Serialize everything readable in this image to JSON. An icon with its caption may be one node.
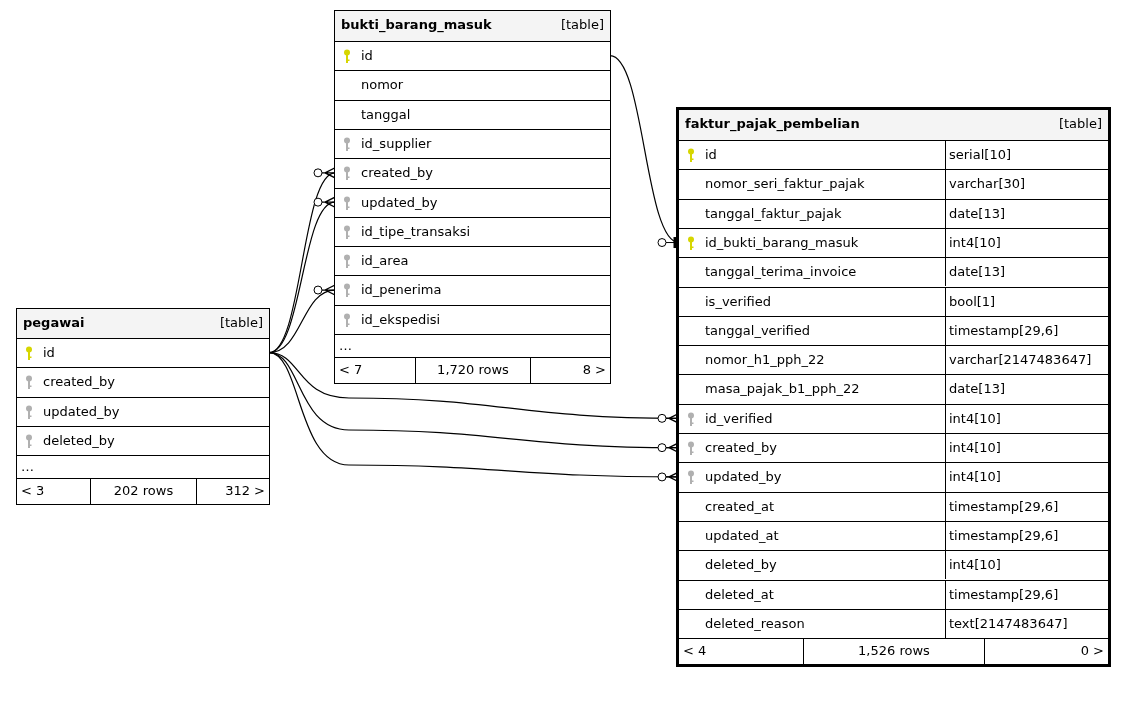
{
  "diagram": {
    "nodes": [
      {
        "text": [
          "bukti_barang_masuk",
          "[table]"
        ]
      },
      {
        "text": [
          "id"
        ],
        "in": 0
      },
      {
        "text": [
          "nomor"
        ],
        "in": 0
      },
      {
        "text": [
          "tanggal"
        ],
        "in": 0
      },
      {
        "text": [
          "id_supplier"
        ],
        "in": 0
      },
      {
        "text": [
          "created_by"
        ],
        "in": 0
      },
      {
        "text": [
          "updated_by"
        ],
        "in": 0
      },
      {
        "text": [
          "id_tipe_transaksi"
        ],
        "in": 0
      },
      {
        "text": [
          "id_area"
        ],
        "in": 0
      },
      {
        "text": [
          "id_penerima"
        ],
        "in": 0
      },
      {
        "text": [
          "id_ekspedisi"
        ],
        "in": 0
      },
      {
        "text": [
          "…"
        ],
        "in": 0
      },
      {
        "text": [
          "< 7",
          "1,720 rows",
          "8 >"
        ],
        "in": 0
      },
      {
        "text": [
          "faktur_pajak_pembelian",
          "[table]"
        ]
      },
      {
        "text": [
          "id",
          "serial[10]"
        ],
        "in": 13
      },
      {
        "text": [
          "nomor_seri_faktur_pajak",
          "varchar[30]"
        ],
        "in": 13
      },
      {
        "text": [
          "tanggal_faktur_pajak",
          "date[13]"
        ],
        "in": 13
      },
      {
        "text": [
          "id_bukti_barang_masuk",
          "int4[10]"
        ],
        "in": 13
      },
      {
        "text": [
          "tanggal_terima_invoice",
          "date[13]"
        ],
        "in": 13
      },
      {
        "text": [
          "is_verified",
          "bool[1]"
        ],
        "in": 13
      },
      {
        "text": [
          "tanggal_verified",
          "timestamp[29,6]"
        ],
        "in": 13
      },
      {
        "text": [
          "nomor_h1_pph_22",
          "varchar[2147483647]"
        ],
        "in": 13
      },
      {
        "text": [
          "masa_pajak_b1_pph_22",
          "date[13]"
        ],
        "in": 13
      },
      {
        "text": [
          "id_verified",
          "int4[10]"
        ],
        "in": 13
      },
      {
        "text": [
          "created_by",
          "int4[10]"
        ],
        "in": 13
      },
      {
        "text": [
          "updated_by",
          "int4[10]"
        ],
        "in": 13
      },
      {
        "text": [
          "created_at",
          "timestamp[29,6]"
        ],
        "in": 13
      },
      {
        "text": [
          "updated_at",
          "timestamp[29,6]"
        ],
        "in": 13
      },
      {
        "text": [
          "deleted_by",
          "int4[10]"
        ],
        "in": 13
      },
      {
        "text": [
          "deleted_at",
          "timestamp[29,6]"
        ],
        "in": 13
      },
      {
        "text": [
          "deleted_reason",
          "text[2147483647]"
        ],
        "in": 13
      },
      {
        "text": [
          "< 4",
          "1,526 rows",
          "0 >"
        ],
        "in": 13
      },
      {
        "text": [
          "pegawai",
          "[table]"
        ]
      },
      {
        "text": [
          "id"
        ],
        "in": 32
      },
      {
        "text": [
          "created_by"
        ],
        "in": 32
      },
      {
        "text": [
          "updated_by"
        ],
        "in": 32
      },
      {
        "text": [
          "deleted_by"
        ],
        "in": 32
      },
      {
        "text": [
          "…"
        ],
        "in": 32
      },
      {
        "text": [
          "< 3",
          "202 rows",
          "312 >"
        ],
        "in": 32
      }
    ],
    "edges": [
      {
        "from": 1,
        "to": 17,
        "arrow": "other"
      },
      {
        "from": 33,
        "to": 5,
        "arrow": "other"
      },
      {
        "from": 33,
        "to": 6,
        "arrow": "other"
      },
      {
        "from": 33,
        "to": 9,
        "arrow": "other"
      },
      {
        "from": 33,
        "to": 23,
        "arrow": "other"
      },
      {
        "from": 33,
        "to": 24,
        "arrow": "other"
      },
      {
        "from": 33,
        "to": 25,
        "arrow": "other"
      }
    ]
  }
}
